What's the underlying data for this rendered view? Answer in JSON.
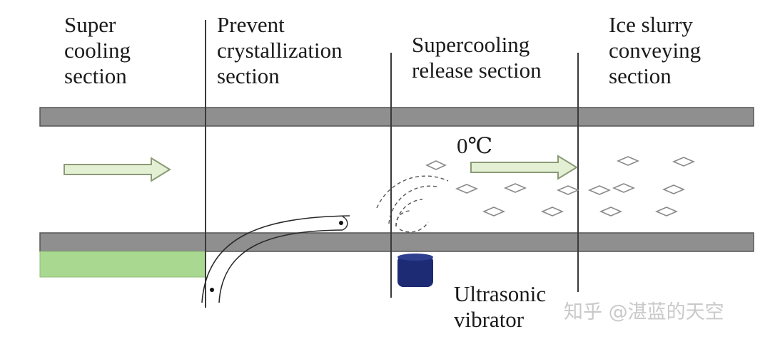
{
  "sections": [
    {
      "name": "super-cooling-section-label",
      "lines": [
        "Super",
        "cooling",
        "section"
      ]
    },
    {
      "name": "prevent-crystallization-section-label",
      "lines": [
        "Prevent",
        "crystallization",
        "section"
      ]
    },
    {
      "name": "supercooling-release-section-label",
      "lines": [
        "Supercooling",
        "release section"
      ]
    },
    {
      "name": "ice-slurry-conveying-section-label",
      "lines": [
        "Ice slurry",
        "conveying",
        "section"
      ]
    }
  ],
  "temperature_label": "0℃",
  "ultrasonic_label": [
    "Ultrasonic",
    "vibrator"
  ],
  "watermark": "知乎 @湛蓝的天空",
  "colors": {
    "pipe_wall": "#8f8f8f",
    "pipe_wall_edge": "#555555",
    "arrow_fill": "#e4f0d3",
    "arrow_stroke": "#8a9a76",
    "cooling_block": "#a9d890",
    "vibrator": "#1c2b73",
    "divider": "#3a3a3a",
    "crystal": "#8a8a8a"
  }
}
